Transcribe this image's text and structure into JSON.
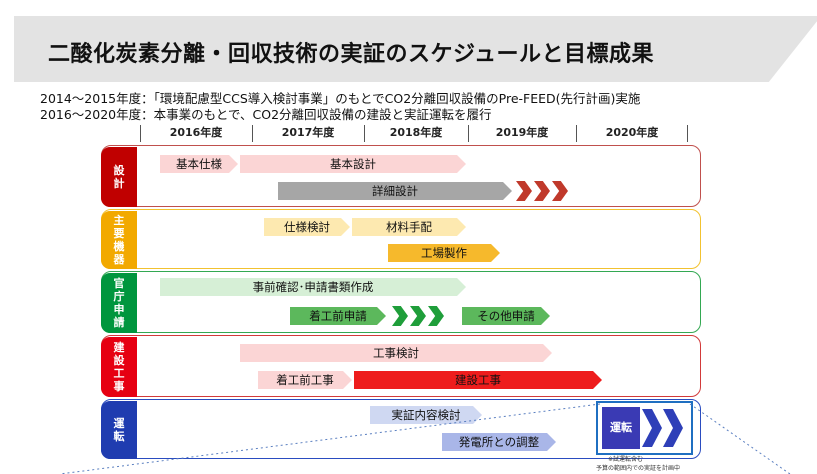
{
  "title": "二酸化炭素分離・回収技術の実証のスケジュールと目標成果",
  "desc": {
    "line1": "2014～2015年度：「環境配慮型CCS導入検討事業」のもとでCO2分離回収設備のPre-FEED(先行計画)実施",
    "line2": "2016～2020年度：本事業のもとで、CO2分離回収設備の建設と実証運転を履行"
  },
  "years": [
    "2016年度",
    "2017年度",
    "2018年度",
    "2019年度",
    "2020年度"
  ],
  "rows": [
    {
      "label": "設計",
      "color": "#c00000",
      "border": "#c0504d"
    },
    {
      "label": "主要機器",
      "color": "#f2a900",
      "border": "#f2c230"
    },
    {
      "label": "官庁申請",
      "color": "#00963e",
      "border": "#33a852"
    },
    {
      "label": "建設工事",
      "color": "#e60012",
      "border": "#d23a3a"
    },
    {
      "label": "運転",
      "color": "#1f3cb0",
      "border": "#2a4cc0"
    }
  ],
  "bars": {
    "design_basic_spec": "基本仕様",
    "design_basic": "基本設計",
    "design_detail": "詳細設計",
    "eq_spec": "仕様検討",
    "eq_material": "材料手配",
    "eq_factory": "工場製作",
    "gov_confirm": "事前確認･申請書類作成",
    "gov_pre_start": "着工前申請",
    "gov_other": "その他申請",
    "con_study": "工事検討",
    "con_pre": "着工前工事",
    "con_build": "建設工事",
    "op_study": "実証内容検討",
    "op_plant": "発電所との調整"
  },
  "operation": {
    "label": "運転",
    "note1": "※試運転含む",
    "note2": "予算の範囲内での実証を計画中"
  },
  "colors": {
    "design_pale": "#fbd5d5",
    "design_pale_border": "#e06666",
    "design_gray": "#a6a6a6",
    "design_chev": "#c0392b",
    "eq_pale": "#fde9b0",
    "eq_orange": "#f6b92c",
    "gov_pale": "#d6efd6",
    "gov_green": "#5cb85c",
    "gov_chev": "#1f9e3a",
    "con_pale": "#fbd5d5",
    "con_red": "#ee1c1c",
    "op_pale": "#cfd8f2",
    "op_mid": "#a9b6e8"
  }
}
